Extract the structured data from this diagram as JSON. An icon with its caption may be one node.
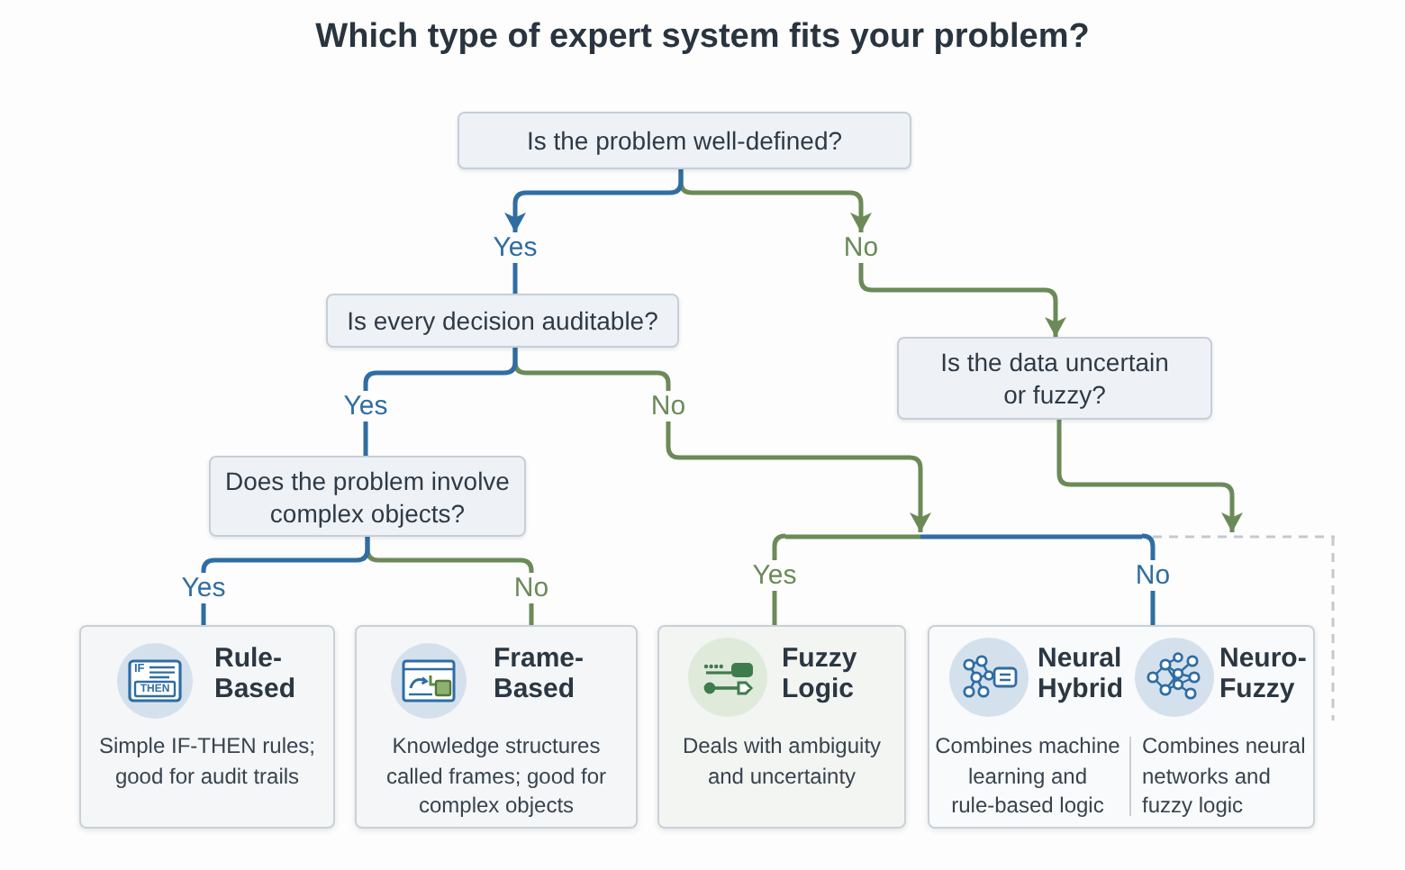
{
  "diagram": {
    "title": "Which type of expert system fits your problem?",
    "nodes": [
      {
        "text": [
          "Is the problem well-defined?"
        ]
      },
      {
        "text": [
          "Yes"
        ]
      },
      {
        "text": [
          "No"
        ]
      },
      {
        "text": [
          "Is every decision auditable?"
        ]
      },
      {
        "text": [
          "Is the data uncertain or fuzzy?"
        ]
      },
      {
        "text": [
          "Yes"
        ]
      },
      {
        "text": [
          "No"
        ]
      },
      {
        "text": [
          "Does the problem involve complex objects?"
        ]
      },
      {
        "text": [],
        "shape": "bar"
      },
      {
        "text": [
          "Yes"
        ]
      },
      {
        "text": [
          "No"
        ]
      },
      {
        "text": [
          "Yes"
        ]
      },
      {
        "text": [
          "No"
        ]
      },
      {
        "text": [
          "Rule-Based",
          "Simple IF-THEN rules; good for audit trails"
        ]
      },
      {
        "text": [
          "Frame-Based",
          "Knowledge structures called frames; good for complex objects"
        ]
      },
      {
        "text": [
          "Fuzzy Logic",
          "Deals with ambiguity and uncertainty"
        ]
      },
      {
        "text": [
          "Neural Hybrid",
          "Combines machine learning and rule-based logic",
          "Neuro-Fuzzy",
          "Combines neural networks and fuzzy logic"
        ]
      }
    ],
    "edges": [
      {
        "from": 0,
        "to": 1,
        "arrow": "to",
        "color": "#2f6da3"
      },
      {
        "from": 1,
        "to": 3,
        "arrow": "none",
        "color": "#2f6da3"
      },
      {
        "from": 0,
        "to": 2,
        "arrow": "to"
      },
      {
        "from": 2,
        "to": 4,
        "arrow": "to"
      },
      {
        "from": 3,
        "to": 5,
        "arrow": "none",
        "color": "#2f6da3"
      },
      {
        "from": 5,
        "to": 7,
        "arrow": "none",
        "color": "#2f6da3"
      },
      {
        "from": 3,
        "to": 6,
        "arrow": "none"
      },
      {
        "from": 6,
        "to": 8,
        "arrow": "to"
      },
      {
        "from": 4,
        "to": 8,
        "arrow": "to"
      },
      {
        "from": 7,
        "to": 9,
        "arrow": "none",
        "color": "#2f6da3"
      },
      {
        "from": 9,
        "to": 13,
        "arrow": "none",
        "color": "#2f6da3"
      },
      {
        "from": 7,
        "to": 10,
        "arrow": "none"
      },
      {
        "from": 10,
        "to": 14,
        "arrow": "none"
      },
      {
        "from": 8,
        "to": 11,
        "arrow": "none"
      },
      {
        "from": 11,
        "to": 15,
        "arrow": "none"
      },
      {
        "from": 8,
        "to": 12,
        "arrow": "none",
        "color": "#2f6da3"
      },
      {
        "from": 12,
        "to": 16,
        "arrow": "none",
        "color": "#2f6da3"
      }
    ],
    "labels": [
      "IF",
      "THEN"
    ]
  }
}
